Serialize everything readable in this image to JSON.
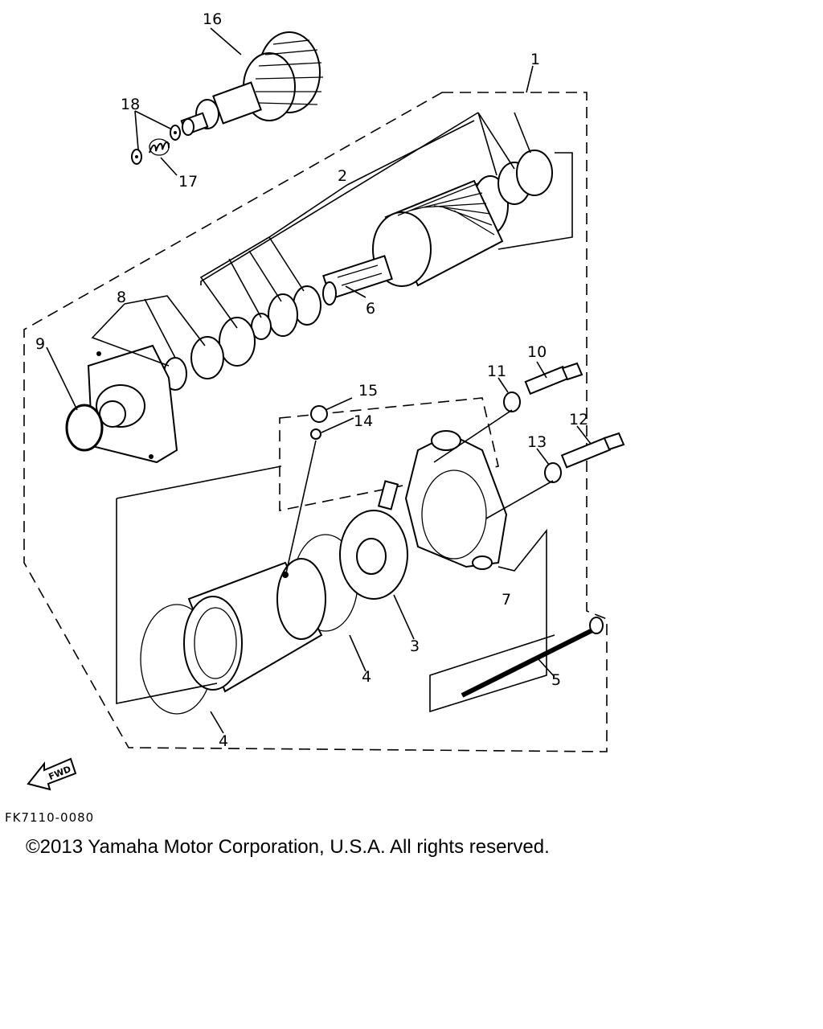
{
  "callouts": {
    "c1": "1",
    "c2": "2",
    "c3": "3",
    "c4a": "4",
    "c4b": "4",
    "c5": "5",
    "c6": "6",
    "c7": "7",
    "c8": "8",
    "c9": "9",
    "c10": "10",
    "c11": "11",
    "c12": "12",
    "c13": "13",
    "c14": "14",
    "c15": "15",
    "c16": "16",
    "c17": "17",
    "c18": "18"
  },
  "fwd_label": "FWD",
  "drawing_code": "FK7110-0080",
  "copyright": "©2013 Yamaha Motor Corporation, U.S.A. All rights reserved."
}
